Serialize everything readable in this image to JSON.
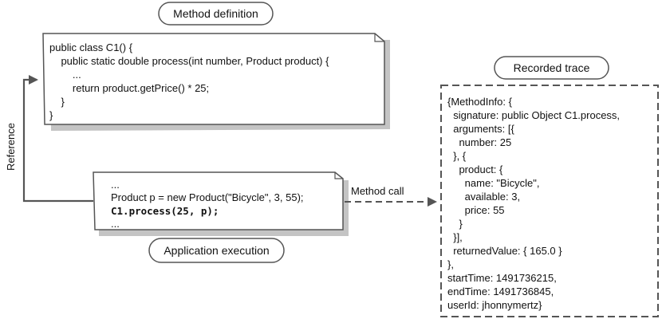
{
  "labels": {
    "method_definition": "Method definition",
    "recorded_trace": "Recorded trace",
    "application_execution": "Application execution",
    "method_call": "Method call",
    "reference": "Reference"
  },
  "method_code": [
    "public class C1() {",
    "    public static double process(int number, Product product) {",
    "        ...",
    "        return product.getPrice() * 25;",
    "    }",
    "}"
  ],
  "app_code": [
    "...",
    "Product p = new Product(\"Bicycle\", 3, 55);",
    "C1.process(25, p);",
    "..."
  ],
  "trace_lines": [
    "{MethodInfo: {",
    "  signature: public Object C1.process,",
    "  arguments: [{",
    "    number: 25",
    "  }, {",
    "    product: {",
    "      name: \"Bicycle\",",
    "      available: 3,",
    "      price: 55",
    "    }",
    "  }],",
    "  returnedValue: { 165.0 }",
    "},",
    "startTime: 1491736215,",
    "endTime: 1491736845,",
    "userId: jhonnymertz}"
  ],
  "colors": {
    "stroke": "#555555",
    "shadow": "#b5b5b5",
    "arrow": "#555555"
  }
}
